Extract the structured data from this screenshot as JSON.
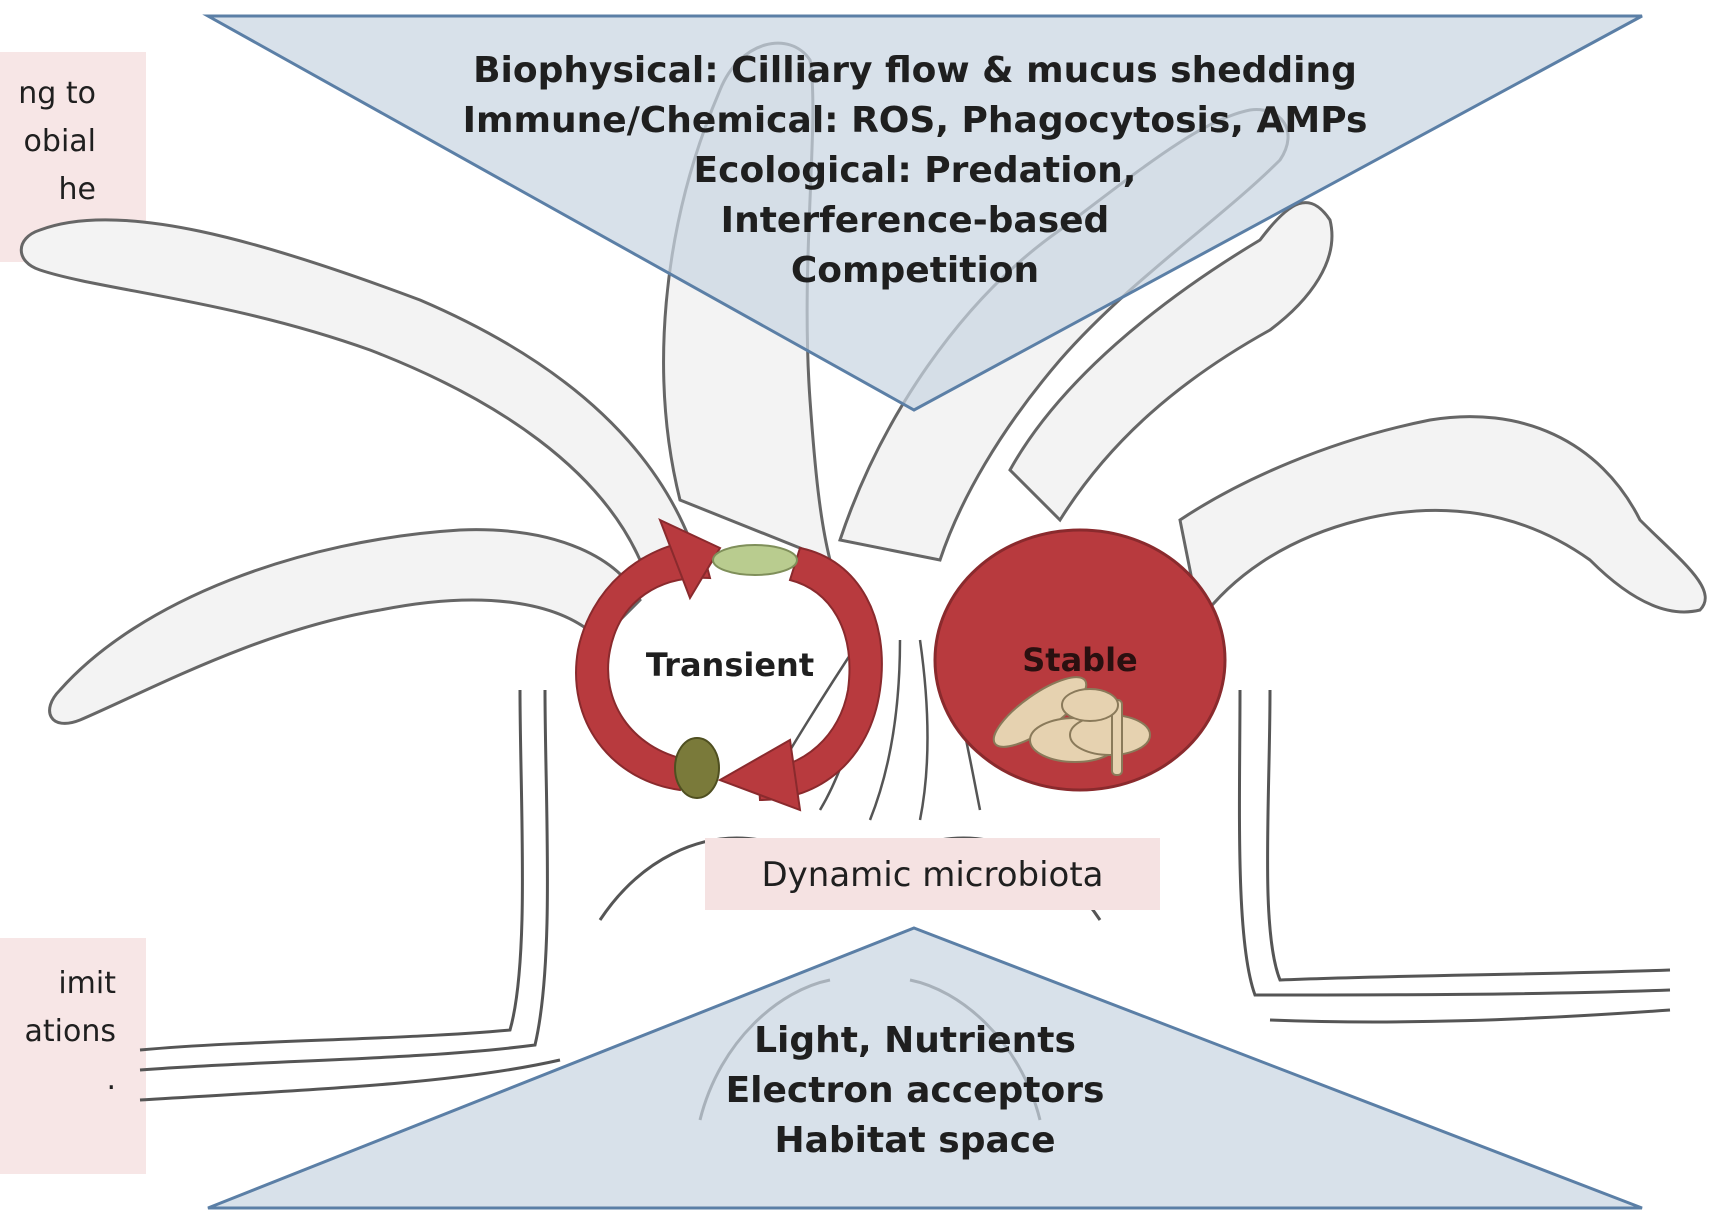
{
  "top_triangle": {
    "lines": [
      "Biophysical: Cilliary flow & mucus shedding",
      "Immune/Chemical: ROS, Phagocytosis, AMPs",
      "Ecological: Predation,",
      "Interference-based",
      "Competition"
    ]
  },
  "bottom_triangle": {
    "lines": [
      "Light, Nutrients",
      "Electron acceptors",
      "Habitat space"
    ]
  },
  "transient_label": "Transient",
  "stable_label": "Stable",
  "center_box": "Dynamic microbiota",
  "left_top_fragment": {
    "lines": [
      "ng to",
      "obial",
      "he"
    ]
  },
  "left_bottom_fragment": {
    "lines": [
      "imit",
      "",
      "ations",
      "."
    ]
  },
  "colors": {
    "triangle_fill": "#d3dce6",
    "triangle_stroke": "#5b7fa6",
    "arrow_red": "#b83a3e",
    "label_box": "#f5e2e2",
    "outline": "#555555"
  }
}
